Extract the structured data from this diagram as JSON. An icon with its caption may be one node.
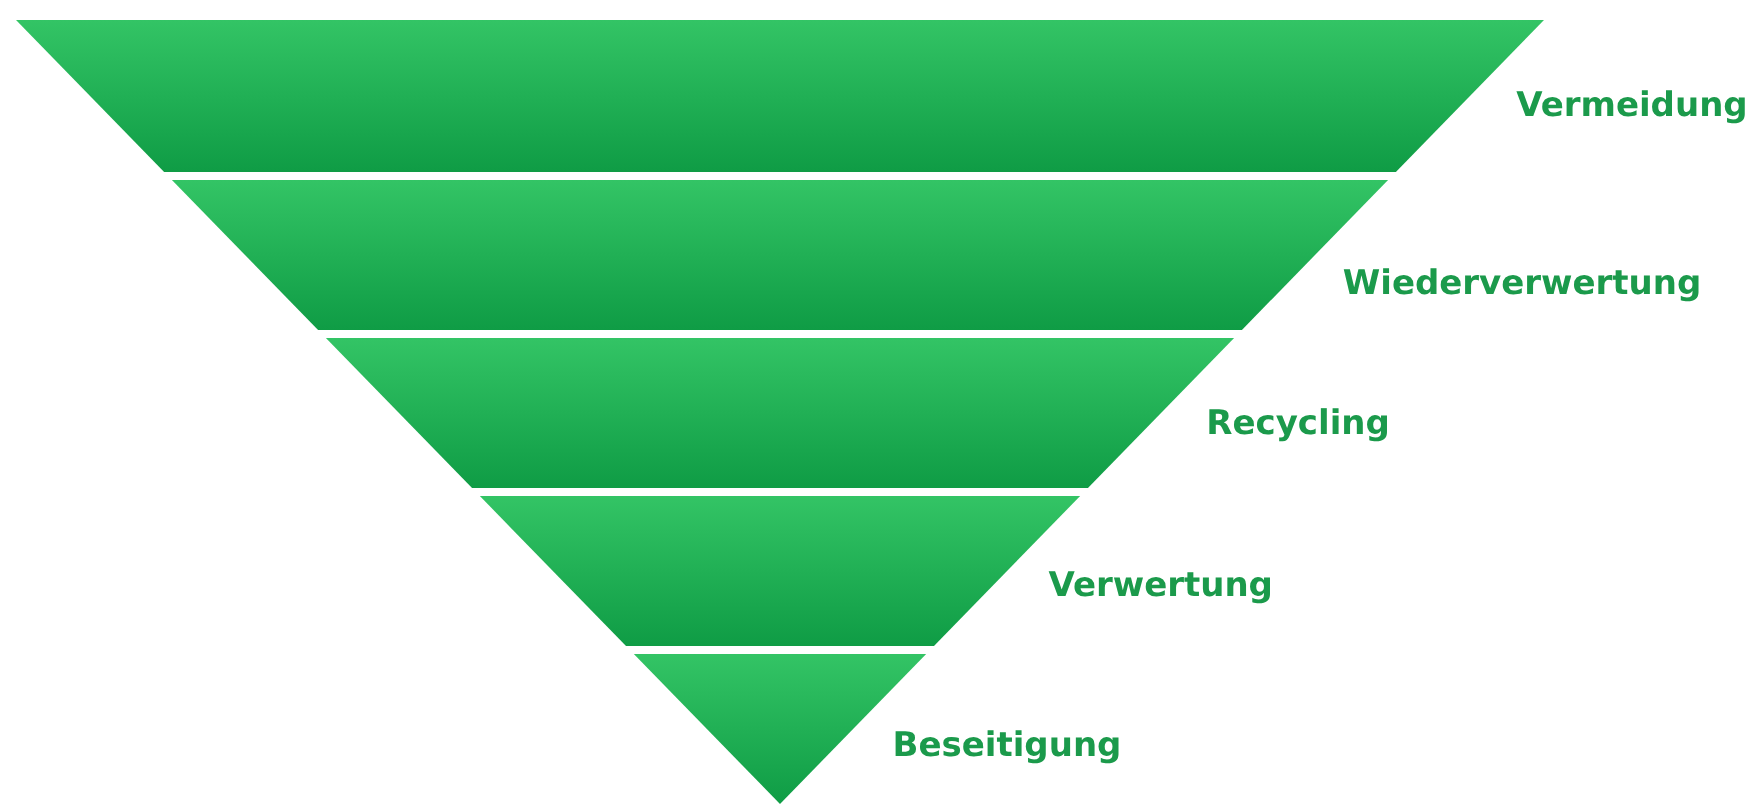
{
  "diagram": {
    "nodes": [
      {
        "text": [
          "Vermeidung"
        ]
      },
      {
        "text": [
          "Wiederverwertung"
        ]
      },
      {
        "text": [
          "Recycling"
        ]
      },
      {
        "text": [
          "Verwertung"
        ]
      },
      {
        "text": [
          "Beseitigung"
        ]
      }
    ]
  }
}
